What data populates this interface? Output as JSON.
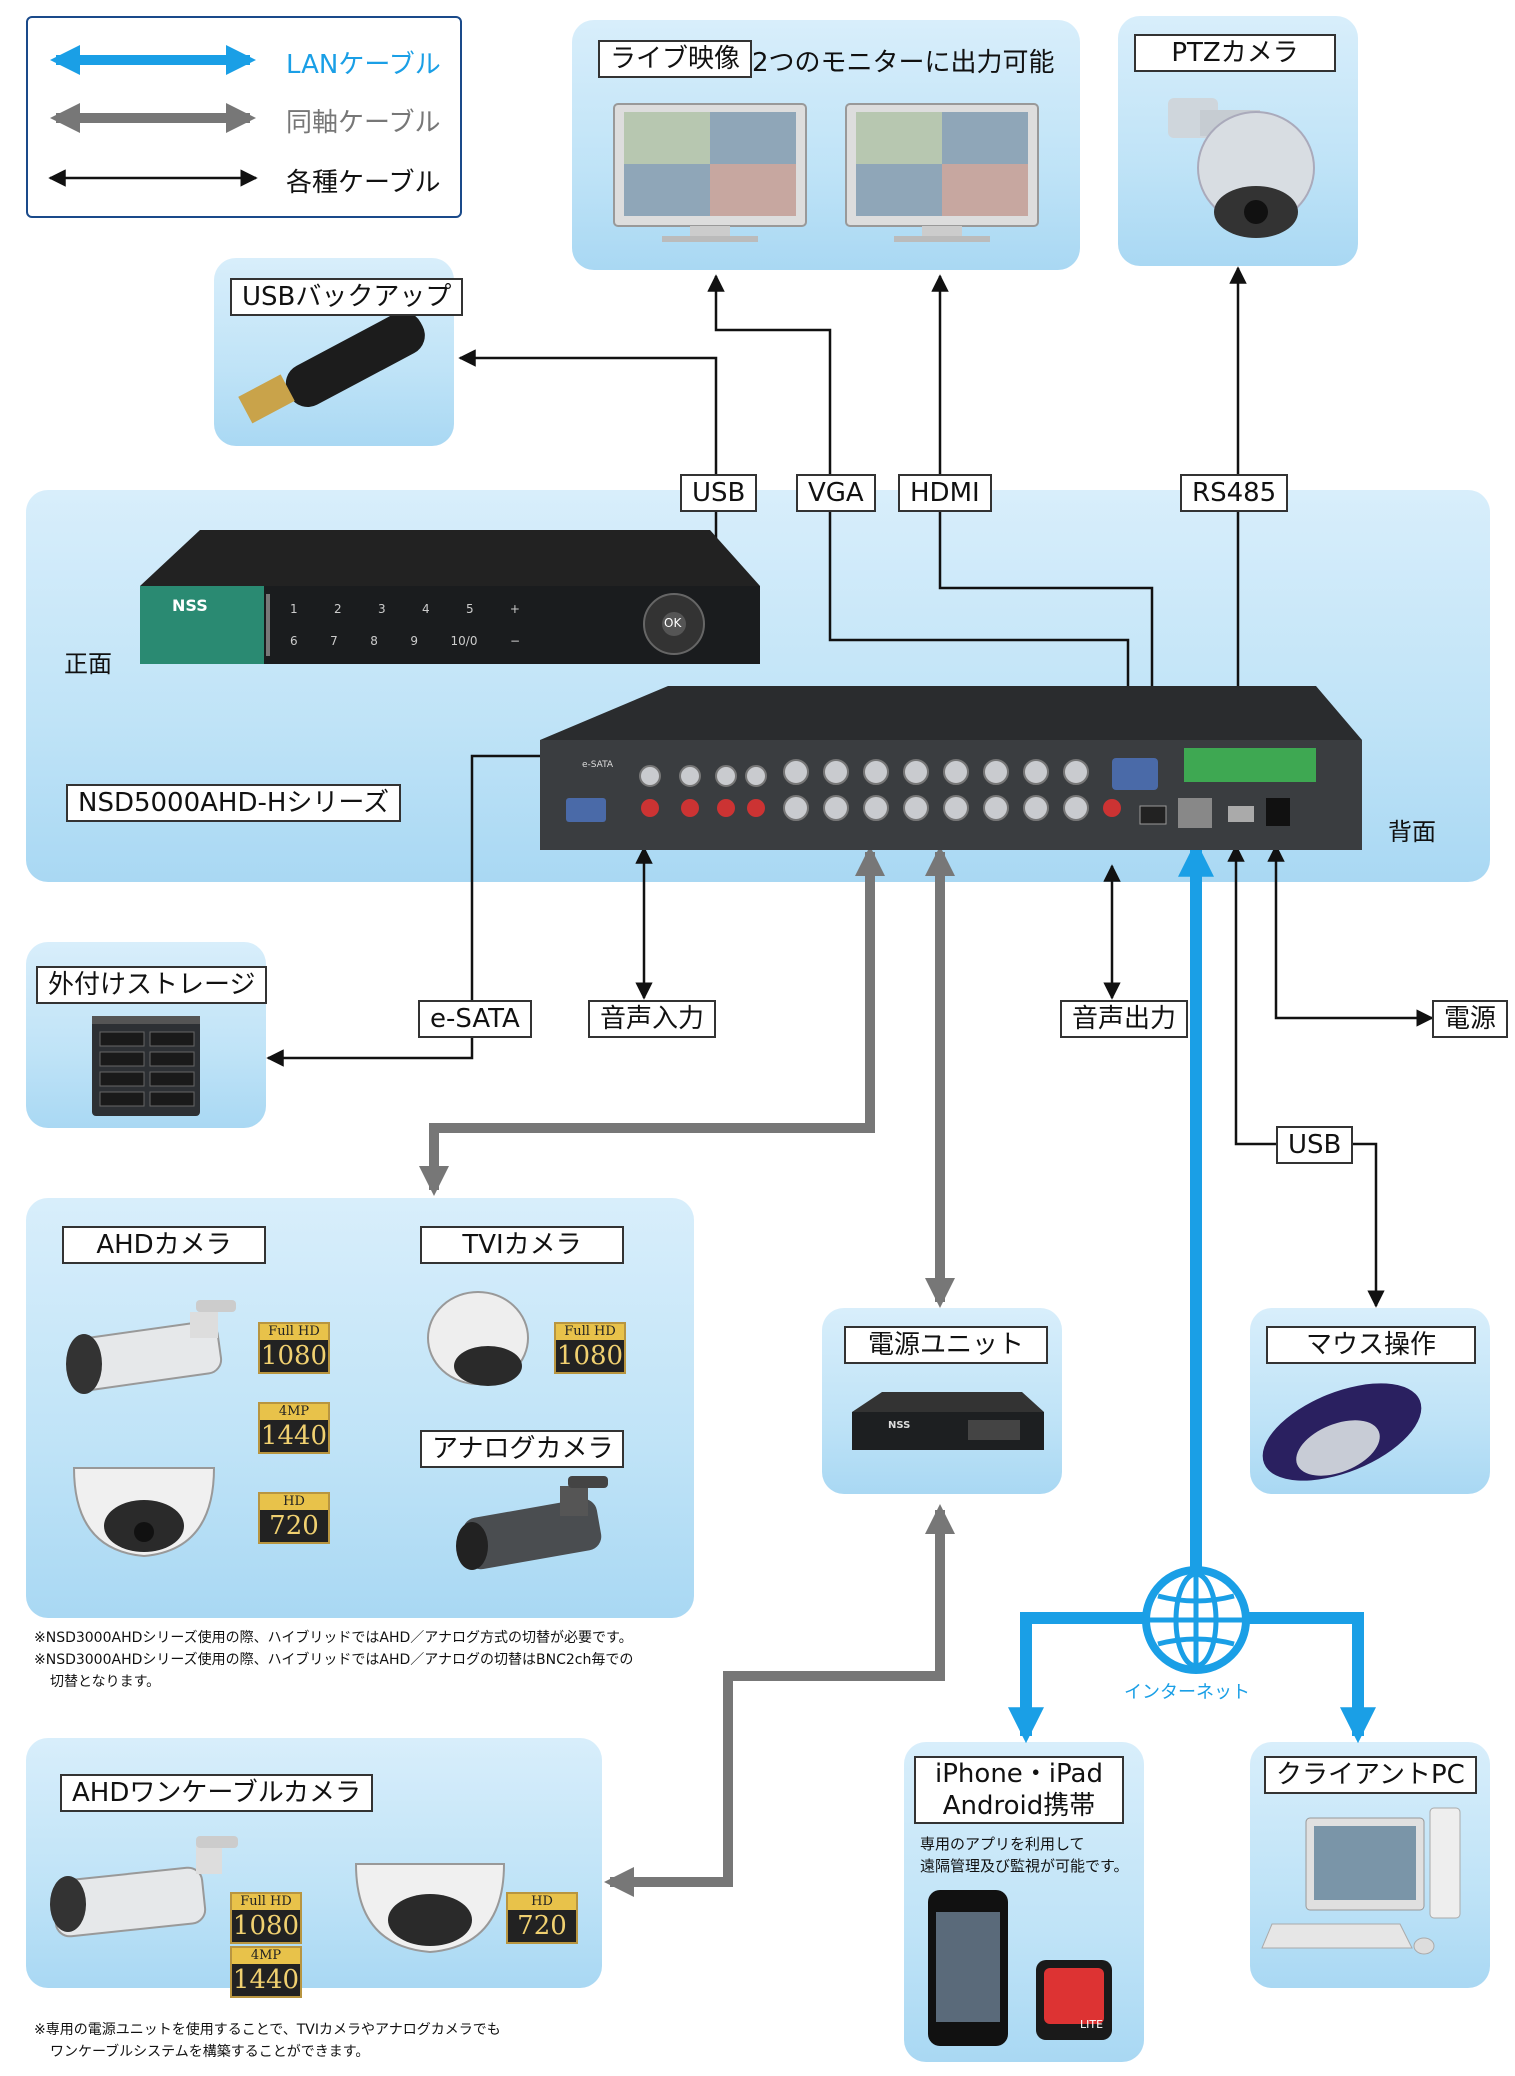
{
  "legend": {
    "lan": "LANケーブル",
    "coax": "同軸ケーブル",
    "various": "各種ケーブル",
    "lan_color": "#1a9fe6",
    "coax_color": "#777777"
  },
  "monitor": {
    "label": "ライブ映像",
    "caption": "2つのモニターに出力可能"
  },
  "ptz": {
    "label": "PTZカメラ"
  },
  "usb_backup": {
    "label": "USBバックアップ"
  },
  "ports": {
    "usb": "USB",
    "vga": "VGA",
    "hdmi": "HDMI",
    "rs485": "RS485",
    "esata": "e-SATA",
    "audio_in": "音声入力",
    "audio_out": "音声出力",
    "power": "電源",
    "usb2": "USB"
  },
  "dvr": {
    "front": "正面",
    "back": "背面",
    "series": "NSD5000AHD-Hシリーズ",
    "brand": "NSS",
    "esata_port": "e-SATA",
    "keys_row1": [
      "1",
      "2",
      "3",
      "4",
      "5",
      "+"
    ],
    "keys_row2": [
      "6",
      "7",
      "8",
      "9",
      "10/0",
      "−"
    ],
    "ok": "OK"
  },
  "storage": {
    "label": "外付けストレージ"
  },
  "cameras": {
    "ahd": "AHDカメラ",
    "tvi": "TVIカメラ",
    "analog": "アナログカメラ",
    "note1": "※NSD3000AHDシリーズ使用の際、ハイブリッドではAHD／アナログ方式の切替が必要です。",
    "note2": "※NSD3000AHDシリーズ使用の際、ハイブリッドではAHD／アナログの切替はBNC2ch毎での",
    "note3": "切替となります。"
  },
  "badges": {
    "fullhd_top": "Full HD",
    "fullhd_num": "1080",
    "mp_top": "4MP",
    "mp_num": "1440",
    "hd_top": "HD",
    "hd_num": "720"
  },
  "power_unit": {
    "label": "電源ユニット",
    "brand": "NSS"
  },
  "mouse": {
    "label": "マウス操作"
  },
  "internet": {
    "label": "インターネット"
  },
  "mobile": {
    "label1": "iPhone・iPad",
    "label2": "Android携帯",
    "desc1": "専用のアプリを利用して",
    "desc2": "遠隔管理及び監視が可能です。",
    "lite": "LITE"
  },
  "client": {
    "label": "クライアントPC"
  },
  "onecable": {
    "label": "AHDワンケーブルカメラ",
    "note1": "※専用の電源ユニットを使用することで、TVIカメラやアナログカメラでも",
    "note2": "ワンケーブルシステムを構築することができます。"
  }
}
